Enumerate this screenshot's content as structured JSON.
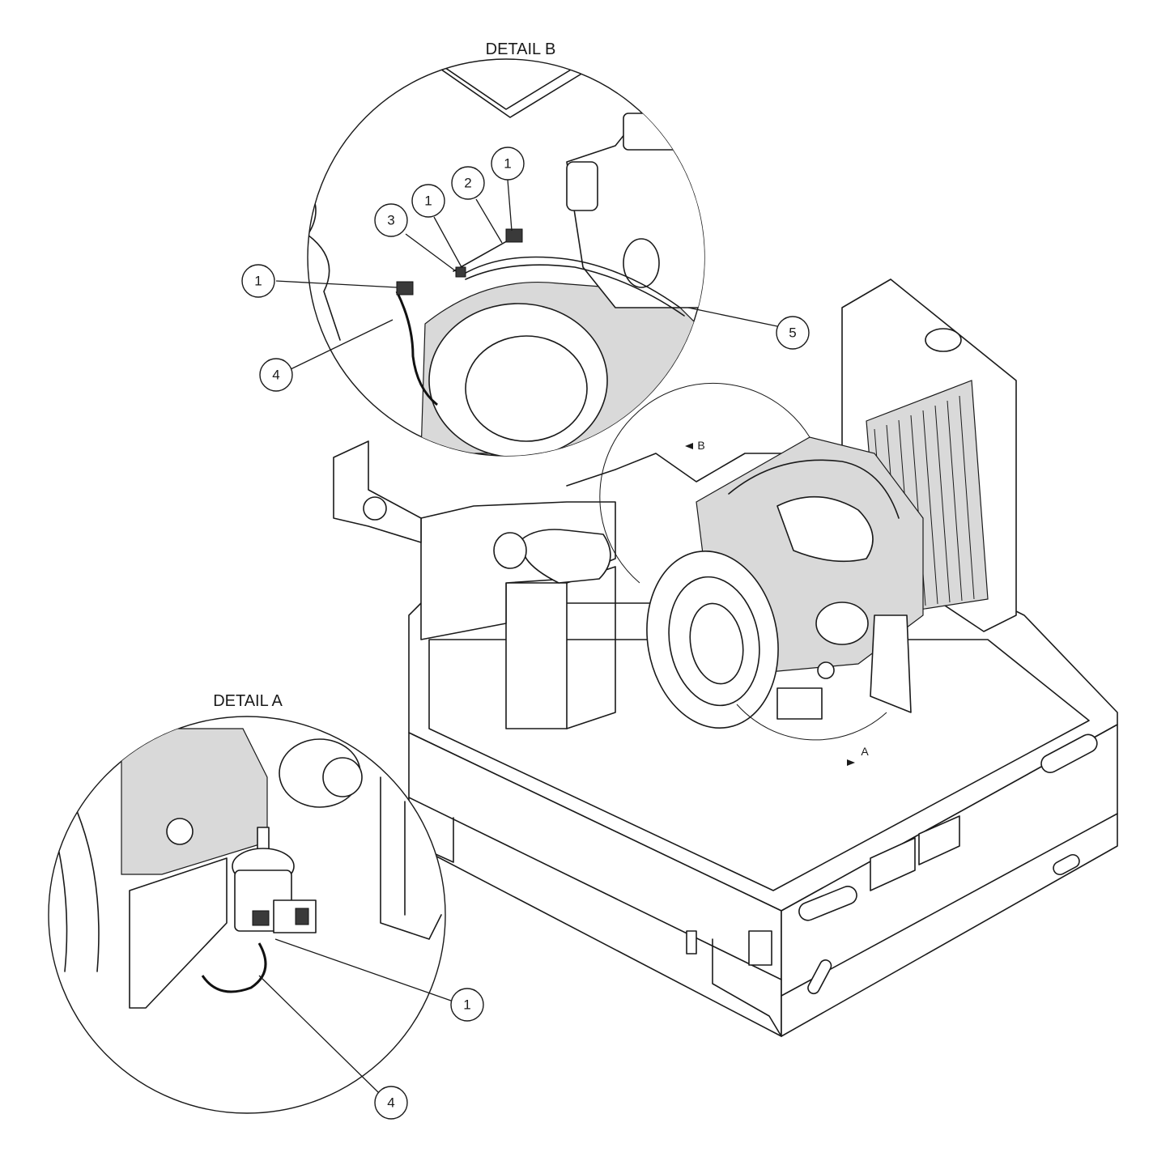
{
  "details": {
    "b": {
      "title": "DETAIL B"
    },
    "a": {
      "title": "DETAIL A"
    }
  },
  "section_marks": {
    "b": "B",
    "a": "A"
  },
  "callouts": {
    "b": [
      {
        "label": "1"
      },
      {
        "label": "2"
      },
      {
        "label": "1"
      },
      {
        "label": "3"
      },
      {
        "label": "1"
      },
      {
        "label": "4"
      },
      {
        "label": "5"
      }
    ],
    "a": [
      {
        "label": "1"
      },
      {
        "label": "4"
      }
    ]
  }
}
